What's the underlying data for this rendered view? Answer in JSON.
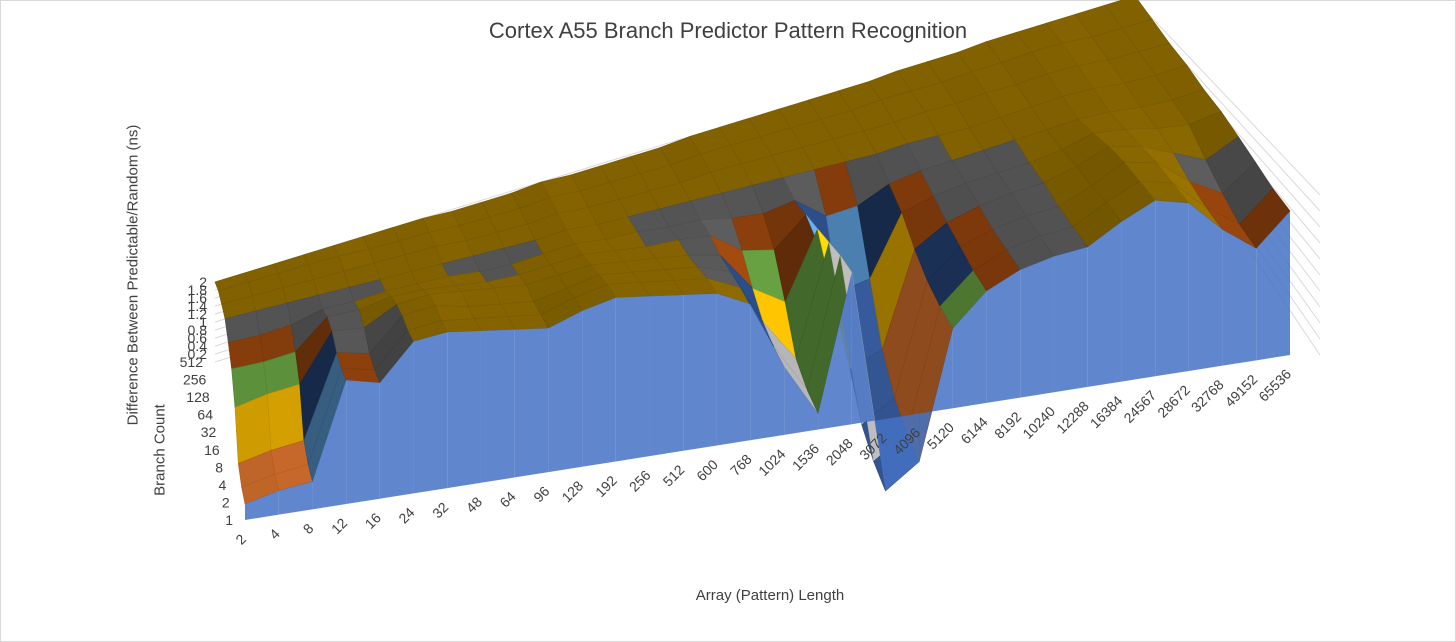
{
  "chart_data": {
    "type": "surface",
    "title": "Cortex A55 Branch Predictor Pattern Recognition",
    "xlabel": "Array (Pattern) Length",
    "ylabel": "Branch Count",
    "zlabel": "Difference Between Predictable/Random (ns)",
    "x_categories": [
      "2",
      "4",
      "8",
      "12",
      "16",
      "24",
      "32",
      "48",
      "64",
      "96",
      "128",
      "192",
      "256",
      "512",
      "600",
      "768",
      "1024",
      "1536",
      "2048",
      "3072",
      "4096",
      "5120",
      "6144",
      "8192",
      "10240",
      "12288",
      "16384",
      "24567",
      "28672",
      "32768",
      "49152",
      "65536"
    ],
    "y_categories": [
      "1",
      "2",
      "4",
      "8",
      "16",
      "32",
      "64",
      "128",
      "256",
      "512"
    ],
    "z_ticks": [
      "0.2",
      "0.4",
      "0.6",
      "0.8",
      "1",
      "1.2",
      "1.4",
      "1.6",
      "1.8",
      "2"
    ],
    "zlim": [
      0,
      2
    ],
    "grid": true,
    "band_colors": [
      "#4472c4",
      "#ed7d31",
      "#a5a5a5",
      "#ffc000",
      "#5b9bd5",
      "#70ad47",
      "#264478",
      "#9e480e",
      "#636363",
      "#997300"
    ],
    "series": [
      {
        "name": "1",
        "values": [
          0.2,
          0.3,
          0.35,
          1.55,
          1.45,
          1.9,
          1.95,
          1.9,
          1.85,
          1.8,
          1.95,
          2.05,
          2.0,
          1.95,
          1.9,
          1.7,
          0.85,
          0.2,
          1.9,
          -0.9,
          -0.6,
          1.0,
          1.4,
          1.6,
          1.7,
          1.75,
          2.0,
          2.2,
          2.1,
          1.7,
          1.4,
          1.8
        ]
      },
      {
        "name": "2",
        "values": [
          0.2,
          0.3,
          0.35,
          1.55,
          1.45,
          1.9,
          1.95,
          1.9,
          1.85,
          1.8,
          1.95,
          2.05,
          2.0,
          1.95,
          1.9,
          1.7,
          0.85,
          0.2,
          1.9,
          -0.9,
          -0.6,
          1.0,
          1.4,
          1.6,
          1.7,
          1.75,
          2.0,
          2.2,
          2.1,
          1.7,
          1.4,
          1.8
        ]
      },
      {
        "name": "4",
        "values": [
          0.3,
          0.4,
          0.45,
          1.6,
          1.5,
          1.95,
          2.0,
          1.9,
          1.85,
          1.8,
          1.9,
          2.0,
          1.95,
          1.9,
          1.85,
          1.7,
          0.9,
          0.3,
          1.85,
          -0.8,
          -0.5,
          1.05,
          1.45,
          1.6,
          1.7,
          1.75,
          1.95,
          2.2,
          2.1,
          1.75,
          1.5,
          1.85
        ]
      },
      {
        "name": "8",
        "values": [
          0.9,
          1.0,
          1.05,
          1.75,
          1.7,
          1.95,
          2.0,
          1.95,
          1.9,
          1.85,
          1.9,
          1.95,
          1.9,
          1.85,
          1.8,
          1.7,
          1.1,
          0.8,
          1.8,
          -0.4,
          -0.2,
          1.2,
          1.5,
          1.65,
          1.75,
          1.8,
          1.95,
          2.15,
          2.05,
          1.85,
          1.65,
          1.9
        ]
      },
      {
        "name": "16",
        "values": [
          1.3,
          1.3,
          1.35,
          1.8,
          1.8,
          1.9,
          1.9,
          1.85,
          1.8,
          1.8,
          1.85,
          1.9,
          1.85,
          1.8,
          1.8,
          1.75,
          1.4,
          1.3,
          1.75,
          0.4,
          0.5,
          1.45,
          1.6,
          1.7,
          1.75,
          1.8,
          1.9,
          2.05,
          2.0,
          1.9,
          1.85,
          1.95
        ]
      },
      {
        "name": "32",
        "values": [
          1.55,
          1.55,
          1.6,
          1.75,
          1.75,
          1.8,
          1.8,
          1.8,
          1.75,
          1.75,
          1.8,
          1.85,
          1.8,
          1.8,
          1.75,
          1.75,
          1.65,
          1.6,
          1.7,
          1.3,
          1.35,
          1.6,
          1.7,
          1.75,
          1.8,
          1.85,
          1.9,
          1.95,
          1.95,
          1.9,
          1.9,
          1.95
        ]
      },
      {
        "name": "64",
        "values": [
          1.8,
          1.8,
          1.8,
          1.8,
          1.8,
          1.8,
          1.8,
          1.8,
          1.8,
          1.8,
          1.8,
          1.85,
          1.8,
          1.8,
          1.8,
          1.8,
          1.8,
          1.8,
          1.8,
          1.8,
          1.8,
          1.8,
          1.85,
          1.85,
          1.85,
          1.9,
          1.95,
          2.0,
          2.0,
          1.95,
          1.95,
          2.0
        ]
      },
      {
        "name": "128",
        "values": [
          1.9,
          1.9,
          1.9,
          1.9,
          1.9,
          1.9,
          1.9,
          1.9,
          1.85,
          1.85,
          1.85,
          1.9,
          1.85,
          1.85,
          1.85,
          1.85,
          1.9,
          1.9,
          1.9,
          1.9,
          1.9,
          1.9,
          1.9,
          1.95,
          1.95,
          2.0,
          2.0,
          2.05,
          2.05,
          2.0,
          2.0,
          2.0
        ]
      },
      {
        "name": "256",
        "values": [
          2.0,
          2.0,
          2.0,
          2.0,
          2.0,
          1.95,
          1.95,
          1.95,
          1.9,
          1.9,
          1.9,
          1.95,
          1.9,
          1.9,
          1.9,
          1.9,
          1.95,
          1.95,
          1.95,
          1.95,
          1.95,
          1.95,
          2.0,
          2.0,
          2.0,
          2.05,
          2.05,
          2.1,
          2.1,
          2.05,
          2.05,
          2.05
        ]
      },
      {
        "name": "512",
        "values": [
          2.0,
          2.0,
          2.0,
          2.0,
          2.0,
          2.0,
          2.0,
          2.0,
          1.95,
          1.95,
          1.95,
          2.0,
          1.95,
          1.95,
          1.95,
          1.95,
          2.0,
          2.0,
          2.0,
          2.0,
          2.0,
          2.0,
          2.0,
          2.05,
          2.05,
          2.05,
          2.1,
          2.1,
          2.1,
          2.1,
          2.1,
          2.1
        ]
      }
    ]
  }
}
